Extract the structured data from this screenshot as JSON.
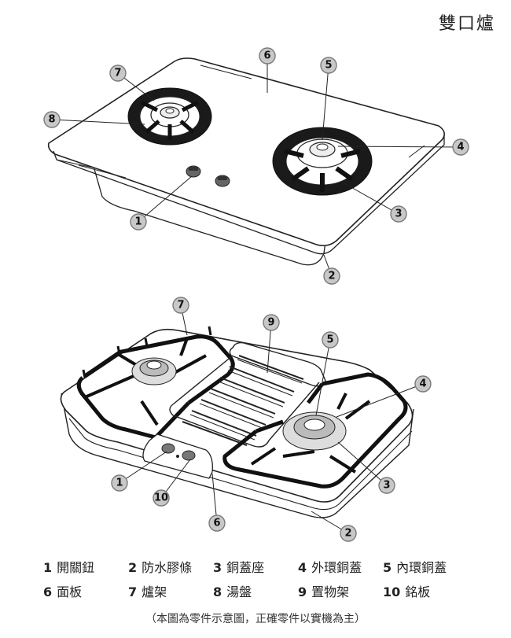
{
  "title": "雙口爐",
  "callouts_top": [
    "7",
    "6",
    "5",
    "8",
    "4",
    "1",
    "3",
    "2"
  ],
  "callouts_bottom": [
    "7",
    "9",
    "5",
    "4",
    "1",
    "10",
    "3",
    "6",
    "2"
  ],
  "legend": [
    [
      {
        "num": "1",
        "label": "開關鈕"
      },
      {
        "num": "2",
        "label": "防水膠條"
      },
      {
        "num": "3",
        "label": "銅蓋座"
      },
      {
        "num": "4",
        "label": "外環銅蓋"
      },
      {
        "num": "5",
        "label": "內環銅蓋"
      }
    ],
    [
      {
        "num": "6",
        "label": "面板"
      },
      {
        "num": "7",
        "label": "爐架"
      },
      {
        "num": "8",
        "label": "湯盤"
      },
      {
        "num": "9",
        "label": "置物架"
      },
      {
        "num": "10",
        "label": "銘板"
      }
    ]
  ],
  "footnote": "（本圖為零件示意圖，正確零件以實機為主）"
}
